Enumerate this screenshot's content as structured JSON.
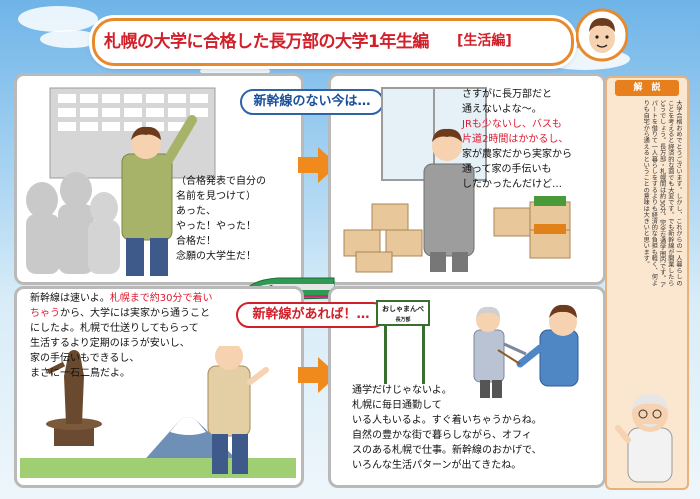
{
  "title": {
    "main": "札幌の大学に合格した長万部の大学1年生編",
    "sub": "[生活編]"
  },
  "panel1": {
    "thought": [
      "（合格発表で自分の",
      "名前を見つけて）",
      "あった、",
      "やった！やった！",
      "合格だ！",
      "念願の大学生だ！"
    ]
  },
  "panel2": {
    "bubble": "新幹線のない今は…",
    "speech_black_1": [
      "さすがに長万部だと",
      "通えないよな〜。"
    ],
    "speech_red": [
      "JRも少ないし、バスも",
      "片道2時間はかかるし、"
    ],
    "speech_black_2": [
      "家が農家だから実家から",
      "通って家の手伝いも",
      "したかったんだけど…"
    ]
  },
  "panel3": {
    "speech": {
      "l1a": "新幹線は速いよ。",
      "l1b": "札幌まで約30分で着い",
      "l2a": "ちゃう",
      "l2b": "から、大学には実家から通うこと",
      "rest": [
        "にしたよ。札幌で仕送りしてもらって",
        "生活するより定期のほうが安いし、",
        "家の手伝いもできるし、",
        "まさに一石二鳥だよ。"
      ]
    }
  },
  "panel4": {
    "bubble": "新幹線があれば！…",
    "sign_title": "おしゃまんべ",
    "sign_sub": "長万部",
    "speech": [
      "通学だけじゃないよ。",
      "札幌に毎日通勤して",
      "いる人もいるよ。すぐ着いちゃうからね。",
      "自然の豊かな街で暮らしながら、オフィ",
      "スのある札幌で仕事。新幹線のおかげで、",
      "いろんな生活パターンが出てきたね。"
    ]
  },
  "sidebar": {
    "heading": "解　説",
    "text": "大学合格おめでとうございます。しかし、これからの一人暮らしのことを考えると経済的な面でも大変です。でも新幹線が開業したらどうでしょう。長万部・札幌間は約30分。完全な通学圏内です。アパートを借りて一人暮らしをするよりも経済的な負担も軽く、何よりも自宅から通えるということの意味は大きいと思います。"
  },
  "colors": {
    "accent_orange": "#e88a2c",
    "title_red": "#d2202a",
    "link_blue": "#1b4f9a",
    "sky": "#6fb4e8"
  }
}
